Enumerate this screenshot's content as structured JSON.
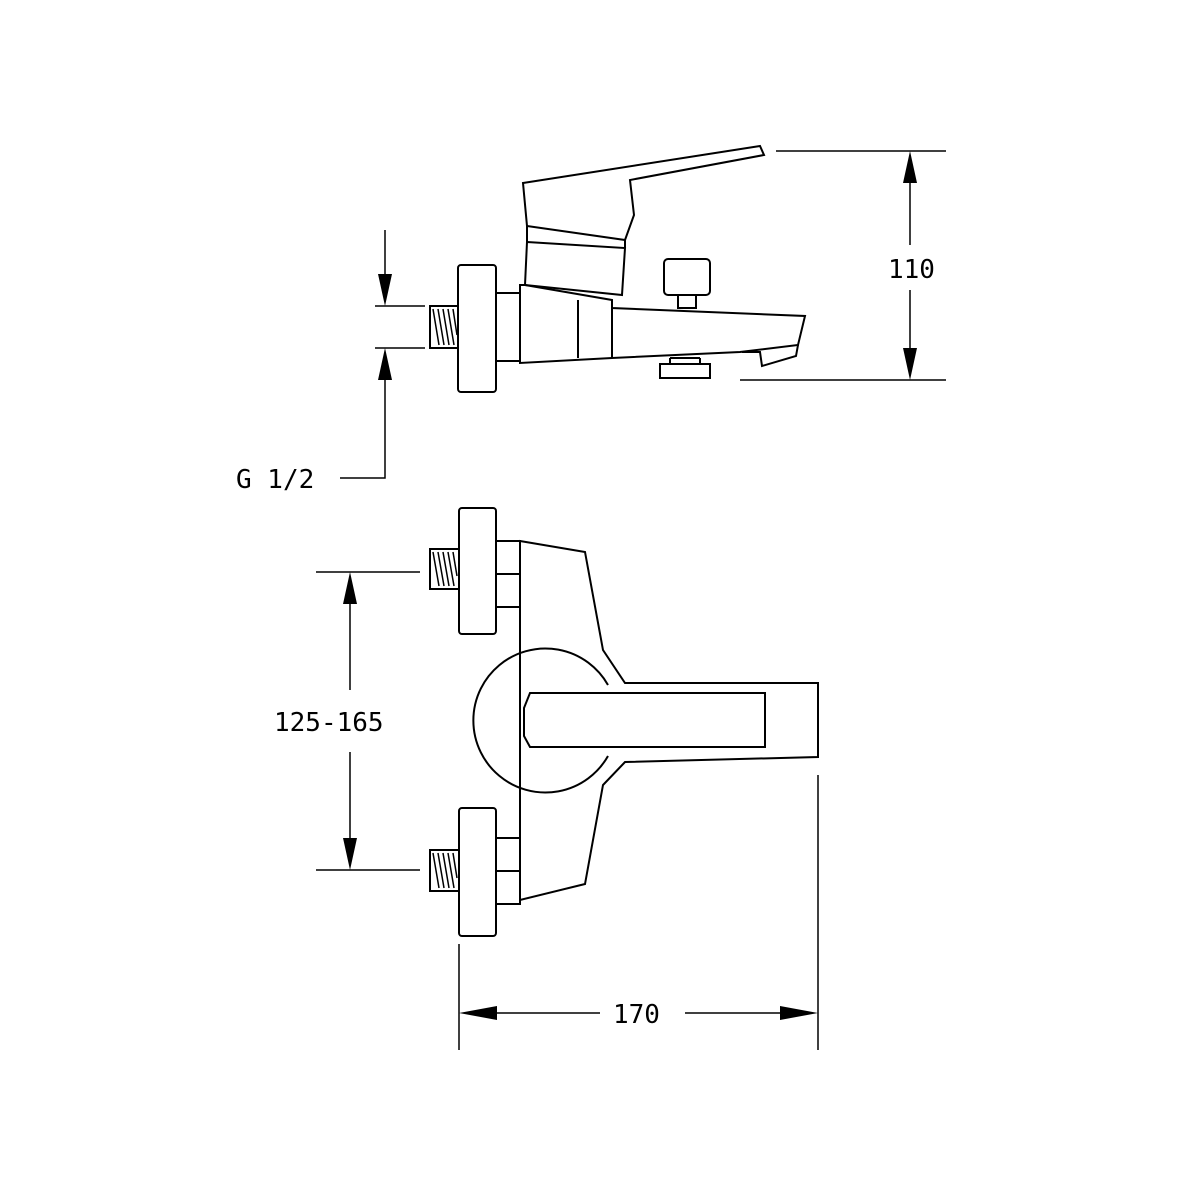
{
  "dimensions": {
    "height": "110",
    "thread": "G 1/2",
    "centers": "125-165",
    "width": "170"
  },
  "colors": {
    "line": "#000000",
    "background": "#ffffff"
  }
}
